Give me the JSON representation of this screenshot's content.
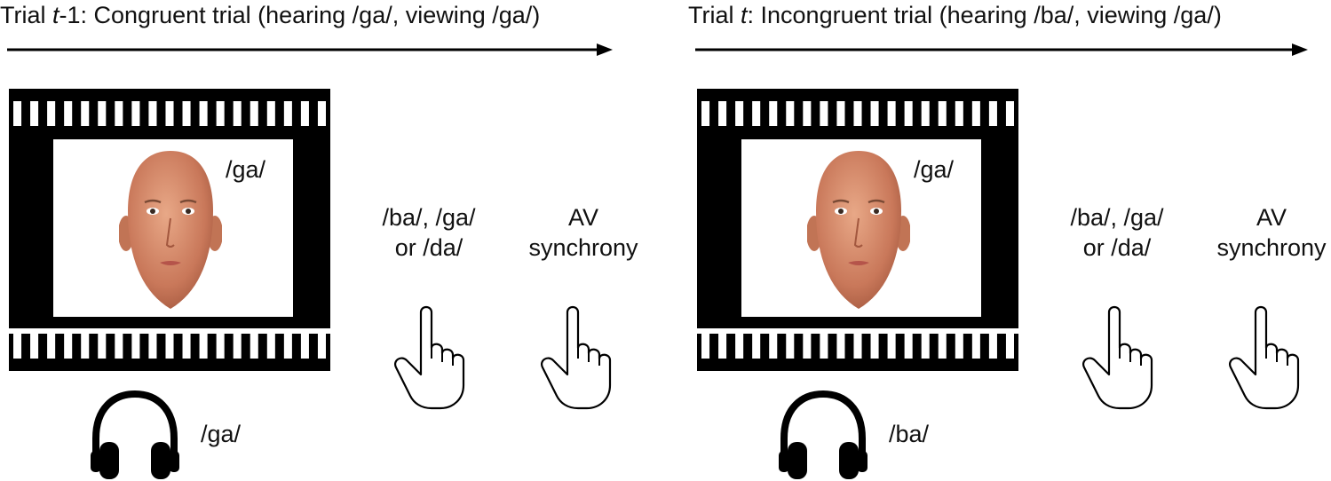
{
  "trials": [
    {
      "title_prefix": "Trial ",
      "title_var": "t",
      "title_suffix": "-1: Congruent trial (hearing /ga/, viewing /ga/)",
      "visual_syllable": "/ga/",
      "audio_syllable": "/ga/",
      "response_phoneme": [
        "/ba/, /ga/",
        "or /da/"
      ],
      "response_av": [
        "AV",
        "synchrony"
      ]
    },
    {
      "title_prefix": "Trial ",
      "title_var": "t",
      "title_suffix": ": Incongruent trial (hearing /ba/, viewing /ga/)",
      "visual_syllable": "/ga/",
      "audio_syllable": "/ba/",
      "response_phoneme": [
        "/ba/, /ga/",
        "or /da/"
      ],
      "response_av": [
        "AV",
        "synchrony"
      ]
    }
  ],
  "icons": {
    "timeline": "arrow-right-icon",
    "video": "film-strip-icon",
    "face": "face-icon",
    "audio": "headphones-icon",
    "response": "pointing-hand-icon"
  }
}
